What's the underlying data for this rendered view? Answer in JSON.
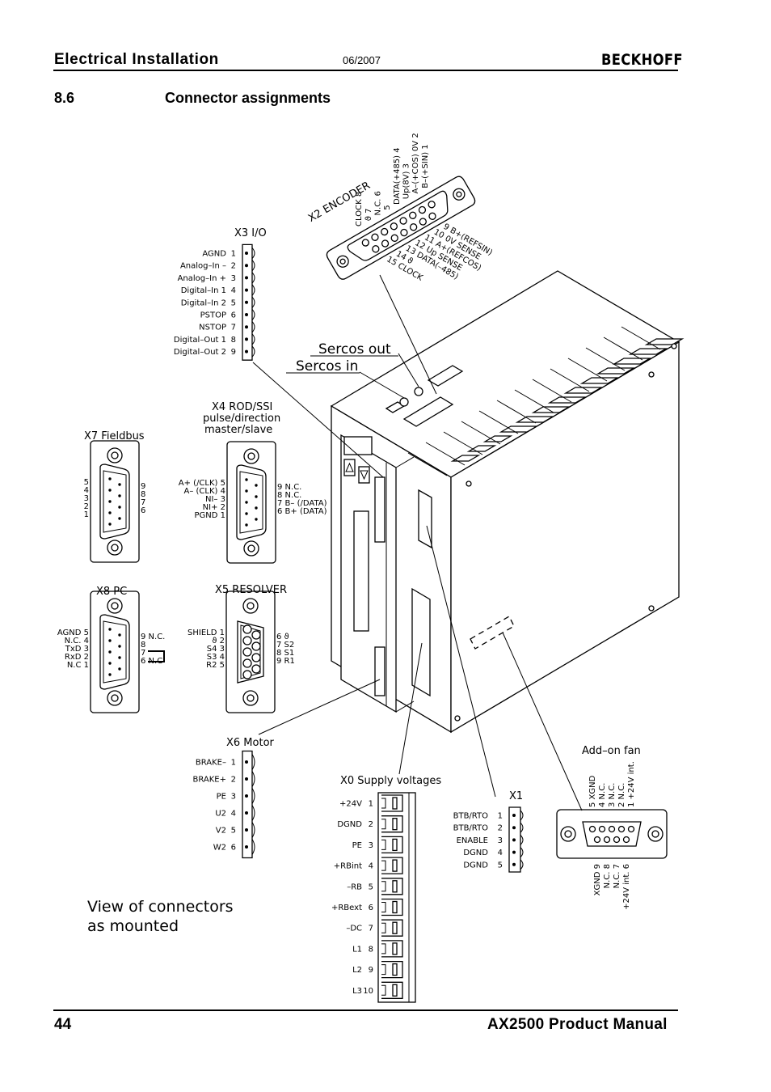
{
  "header": {
    "section": "Electrical Installation",
    "date": "06/2007",
    "brand": "BECKHOFF"
  },
  "chapter": {
    "number": "8.6",
    "title": "Connector assignments"
  },
  "footer": {
    "page": "44",
    "manual": "AX2500 Product Manual"
  },
  "diagram": {
    "caption": [
      "View of connectors",
      "as mounted"
    ],
    "sercos_out": "Sercos out",
    "sercos_in": "Sercos in",
    "x2": {
      "title": "X2 ENCODER",
      "top": [
        "B–(+SIN) 1",
        "A–(+COS) 0V 2",
        "Up(8V) 3",
        "DATA(+485) 4",
        "5",
        "N.C. 6",
        "ϑ 7",
        "CLOCK 8"
      ],
      "bottom": [
        "9 B+(REFSIN)",
        "10 0V SENSE",
        "11 A+(REFCOS)",
        "12 Up SENSE",
        "13 DATA(–485)",
        "14 ϑ",
        "15 CLOCK"
      ]
    },
    "x3": {
      "title": "X3 I/O",
      "pins": [
        {
          "label": "AGND",
          "num": "1"
        },
        {
          "label": "Analog–In –",
          "num": "2"
        },
        {
          "label": "Analog–In +",
          "num": "3"
        },
        {
          "label": "Digital–In 1",
          "num": "4"
        },
        {
          "label": "Digital–In 2",
          "num": "5"
        },
        {
          "label": "PSTOP",
          "num": "6"
        },
        {
          "label": "NSTOP",
          "num": "7"
        },
        {
          "label": "Digital–Out 1",
          "num": "8"
        },
        {
          "label": "Digital–Out 2",
          "num": "9"
        }
      ]
    },
    "x4": {
      "title": [
        "X4 ROD/SSI",
        "pulse/direction",
        "master/slave"
      ],
      "left": [
        "A+ (/CLK) 5",
        "A– (CLK) 4",
        "NI– 3",
        "NI+ 2",
        "PGND 1"
      ],
      "right": [
        "9 N.C.",
        "8 N.C.",
        "7 B– (/DATA)",
        "6 B+ (DATA)"
      ]
    },
    "x7": {
      "title": "X7 Fieldbus",
      "left": [
        "5",
        "4",
        "3",
        "2",
        "1"
      ],
      "right": [
        "9",
        "8",
        "7",
        "6"
      ]
    },
    "x8": {
      "title": "X8 PC",
      "left": [
        "AGND 5",
        "N.C. 4",
        "TxD 3",
        "RxD 2",
        "N.C 1"
      ],
      "right": [
        "9 N.C.",
        "8",
        "7",
        "6 N.C"
      ]
    },
    "x5": {
      "title": "X5 RESOLVER",
      "left": [
        "SHIELD 1",
        "ϑ 2",
        "S4 3",
        "S3 4",
        "R2 5"
      ],
      "right": [
        "6 ϑ",
        "7 S2",
        "8 S1",
        "9 R1"
      ]
    },
    "x6": {
      "title": "X6 Motor",
      "pins": [
        {
          "label": "BRAKE–",
          "num": "1"
        },
        {
          "label": "BRAKE+",
          "num": "2"
        },
        {
          "label": "PE",
          "num": "3"
        },
        {
          "label": "U2",
          "num": "4"
        },
        {
          "label": "V2",
          "num": "5"
        },
        {
          "label": "W2",
          "num": "6"
        }
      ]
    },
    "x0": {
      "title": "X0 Supply voltages",
      "pins": [
        {
          "label": "+24V",
          "num": "1"
        },
        {
          "label": "DGND",
          "num": "2"
        },
        {
          "label": "PE",
          "num": "3"
        },
        {
          "label": "+RBint",
          "num": "4"
        },
        {
          "label": "–RB",
          "num": "5"
        },
        {
          "label": "+RBext",
          "num": "6"
        },
        {
          "label": "–DC",
          "num": "7"
        },
        {
          "label": "L1",
          "num": "8"
        },
        {
          "label": "L2",
          "num": "9"
        },
        {
          "label": "L3",
          "num": "10"
        }
      ]
    },
    "x1": {
      "title": "X1",
      "pins": [
        {
          "label": "BTB/RTO",
          "num": "1"
        },
        {
          "label": "BTB/RTO",
          "num": "2"
        },
        {
          "label": "ENABLE",
          "num": "3"
        },
        {
          "label": "DGND",
          "num": "4"
        },
        {
          "label": "DGND",
          "num": "5"
        }
      ]
    },
    "fan": {
      "title": "Add–on fan",
      "top": [
        "5 XGND",
        "4 N.C.",
        "3 N.C.",
        "2 N.C.",
        "1 +24V int."
      ],
      "bottom": [
        "XGND 9",
        "N.C. 8",
        "N.C. 7",
        "+24V int. 6"
      ]
    }
  }
}
